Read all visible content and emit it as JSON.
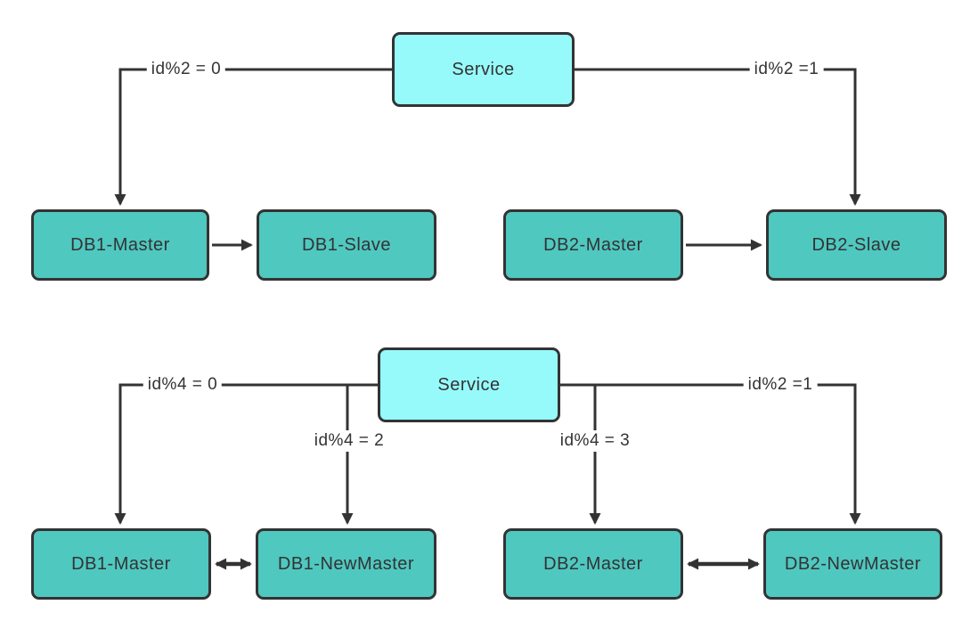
{
  "theme": {
    "background": "#ffffff",
    "service_fill": "#97fafa",
    "db_fill": "#4fc8c0",
    "stroke": "#333333",
    "text": "#333333"
  },
  "top_diagram": {
    "service_label": "Service",
    "left_branch_label": "id%2 = 0",
    "right_branch_label": "id%2 =1",
    "nodes": {
      "db1_master": "DB1-Master",
      "db1_slave": "DB1-Slave",
      "db2_master": "DB2-Master",
      "db2_slave": "DB2-Slave"
    }
  },
  "bottom_diagram": {
    "service_label": "Service",
    "left_branch_label": "id%4 = 0",
    "mid_left_branch_label": "id%4 = 2",
    "mid_right_branch_label": "id%4 = 3",
    "right_branch_label": "id%2 =1",
    "nodes": {
      "db1_master": "DB1-Master",
      "db1_newmaster": "DB1-NewMaster",
      "db2_master": "DB2-Master",
      "db2_newmaster": "DB2-NewMaster"
    }
  }
}
